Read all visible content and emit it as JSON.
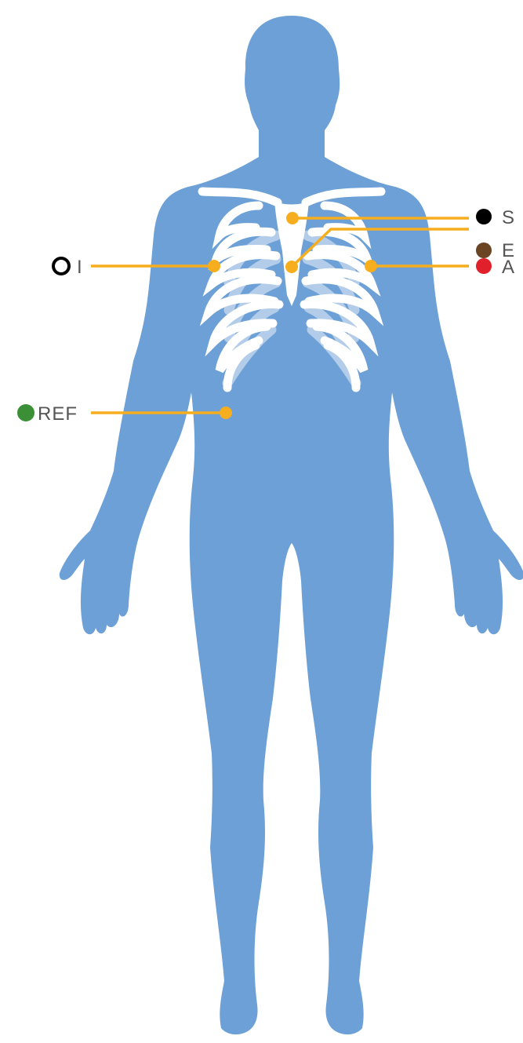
{
  "leads": [
    {
      "id": "S",
      "label": "S",
      "marker_color": "#000000",
      "marker_style": "filled"
    },
    {
      "id": "E",
      "label": "E",
      "marker_color": "#6b4423",
      "marker_style": "filled"
    },
    {
      "id": "A",
      "label": "A",
      "marker_color": "#e0202a",
      "marker_style": "filled"
    },
    {
      "id": "I",
      "label": "I",
      "marker_color": "#000000",
      "marker_style": "outline"
    },
    {
      "id": "REF",
      "label": "REF",
      "marker_color": "#3b8f36",
      "marker_style": "filled"
    }
  ],
  "colors": {
    "body": "#6ca0d6",
    "ribcage": "#ffffff",
    "ribcage_back": "#b3cce9",
    "lead_wire": "#f6ae1f"
  }
}
